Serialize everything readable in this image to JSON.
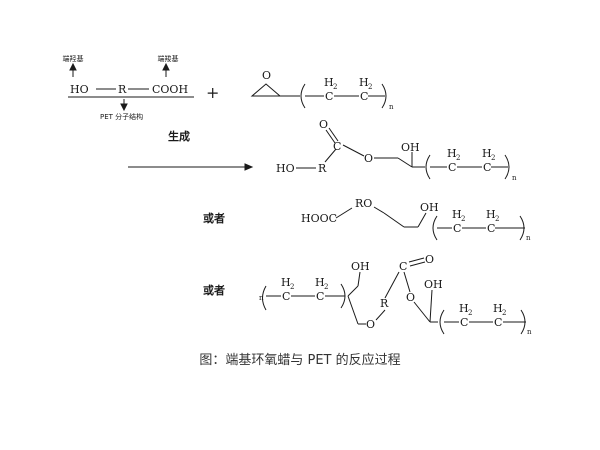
{
  "labels": {
    "hydroxyl_end": "端羟基",
    "carboxyl_end": "端羧基",
    "pet_structure": "PET 分子结构",
    "generate": "生成",
    "or_1": "或者",
    "or_2": "或者"
  },
  "chem": {
    "HO": "HO",
    "R": "R",
    "COOH": "COOH",
    "plus": "+",
    "C": "C",
    "H": "H",
    "two": "2",
    "n": "n",
    "O": "O",
    "OH": "OH",
    "HO_dash": "HO",
    "HOOC": "HOOC",
    "RO": "RO"
  },
  "caption": "图：端基环氧蜡与 PET 的反应过程"
}
